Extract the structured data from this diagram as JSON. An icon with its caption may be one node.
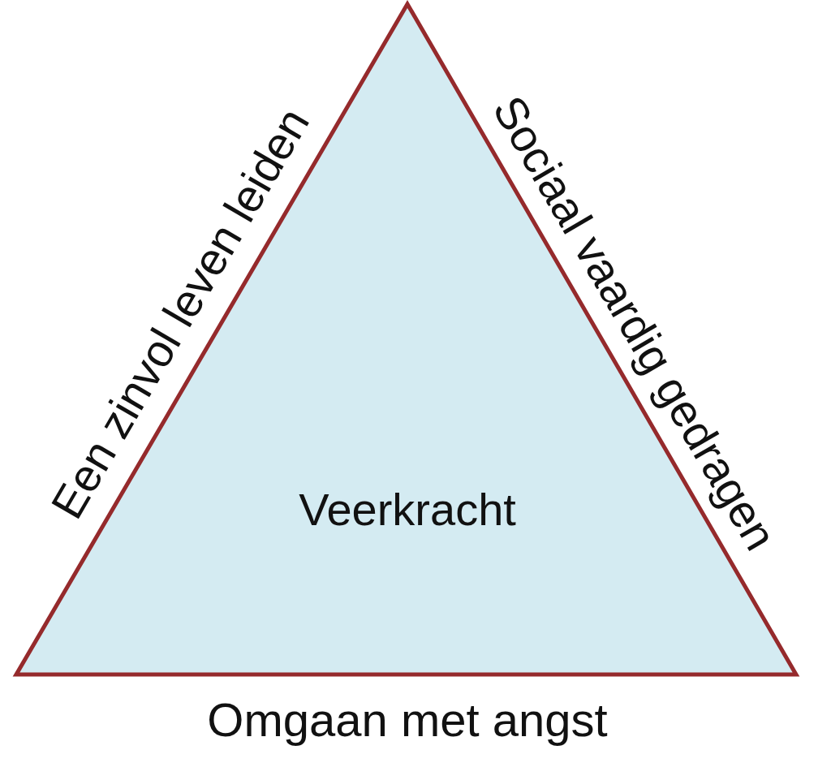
{
  "diagram": {
    "nodes": [
      {
        "text": [
          "Veerkracht"
        ],
        "beside": [
          "Een zinvol leven leiden",
          "Sociaal vaardig gedragen",
          "Omgaan met angst"
        ]
      }
    ]
  }
}
